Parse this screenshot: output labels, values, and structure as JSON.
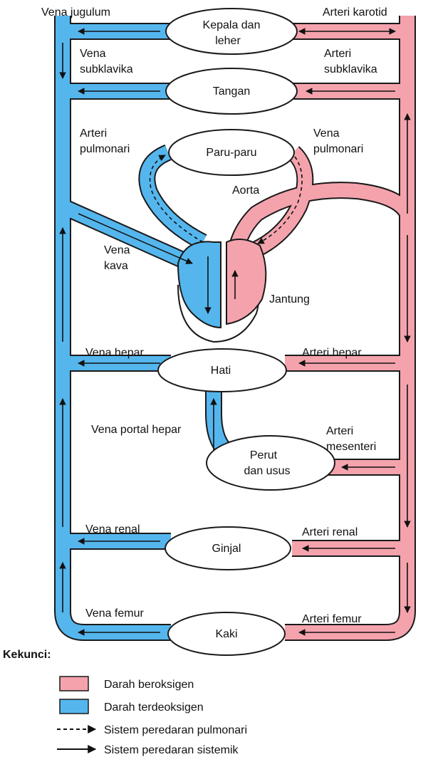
{
  "colors": {
    "oxygenated": "#f4a3ad",
    "deoxygenated": "#55b6ee",
    "outline": "#1a1a1a",
    "organ_fill": "#ffffff"
  },
  "organs": {
    "head": [
      "Kepala dan",
      "leher"
    ],
    "arms": "Tangan",
    "lungs": "Paru-paru",
    "heart": "Jantung",
    "liver": "Hati",
    "gut": [
      "Perut",
      "dan usus"
    ],
    "kidney": "Ginjal",
    "legs": "Kaki"
  },
  "vessels": {
    "jugular_vein": "Vena jugulum",
    "carotid_artery": "Arteri karotid",
    "subclavian_vein": [
      "Vena",
      "subklavika"
    ],
    "subclavian_artery": [
      "Arteri",
      "subklavika"
    ],
    "pulmonary_artery": [
      "Arteri",
      "pulmonari"
    ],
    "pulmonary_vein": [
      "Vena",
      "pulmonari"
    ],
    "aorta": "Aorta",
    "vena_cava": [
      "Vena",
      "kava"
    ],
    "hepatic_vein": "Vena hepar",
    "hepatic_artery": "Arteri hepar",
    "hepatic_portal_vein": "Vena portal hepar",
    "mesenteric_artery": [
      "Arteri",
      "mesenteri"
    ],
    "renal_vein": "Vena renal",
    "renal_artery": "Arteri renal",
    "femoral_vein": "Vena femur",
    "femoral_artery": "Arteri femur"
  },
  "legend": {
    "title": "Kekunci:",
    "items": [
      {
        "label": "Darah beroksigen",
        "type": "oxygenated"
      },
      {
        "label": "Darah terdeoksigen",
        "type": "deoxygenated"
      },
      {
        "label": "Sistem peredaran pulmonari",
        "type": "dashed-arrow"
      },
      {
        "label": "Sistem peredaran sistemik",
        "type": "solid-arrow"
      }
    ]
  }
}
